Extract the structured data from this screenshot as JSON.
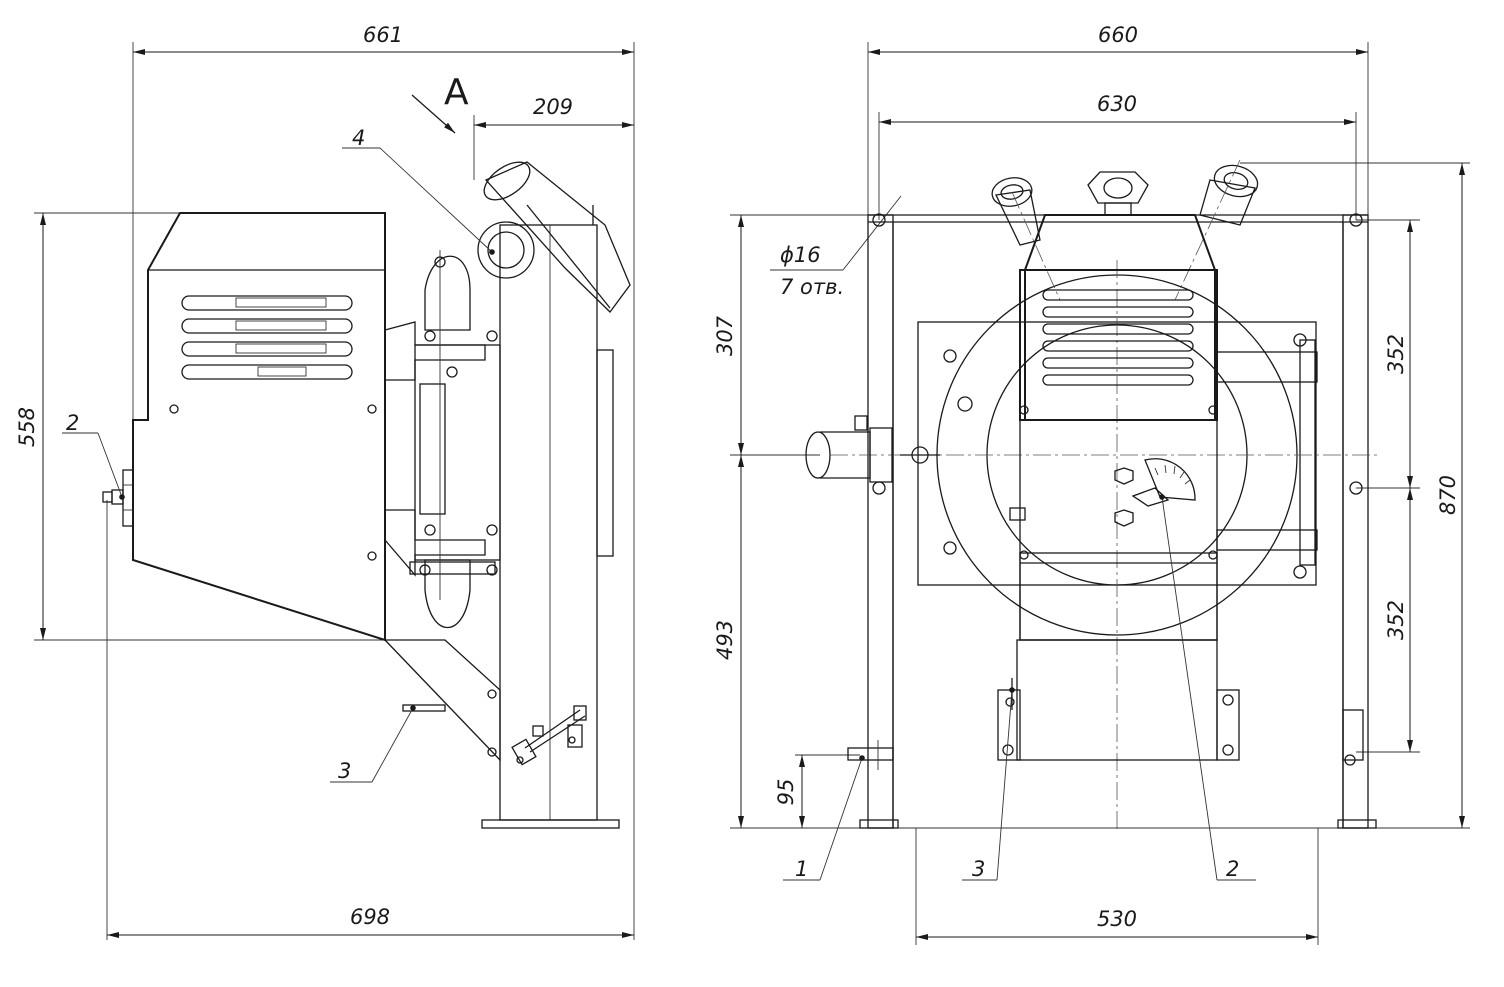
{
  "view_label": "A",
  "left_view": {
    "dims": {
      "width_top": "661",
      "width_bottom": "698",
      "height": "558",
      "offset": "209"
    },
    "callouts": {
      "c2": "2",
      "c3": "3",
      "c4": "4"
    }
  },
  "right_view": {
    "dims": {
      "width_top": "660",
      "width_inner": "630",
      "width_bottom": "530",
      "h307": "307",
      "h493": "493",
      "h95": "95",
      "h352_top": "352",
      "h352_bottom": "352",
      "h870": "870"
    },
    "hole_note": {
      "dia": "ϕ16",
      "count": "7 отв."
    },
    "callouts": {
      "c1": "1",
      "c2": "2",
      "c3": "3"
    }
  },
  "colors": {
    "line": "#1a1a1a",
    "background": "#ffffff"
  }
}
